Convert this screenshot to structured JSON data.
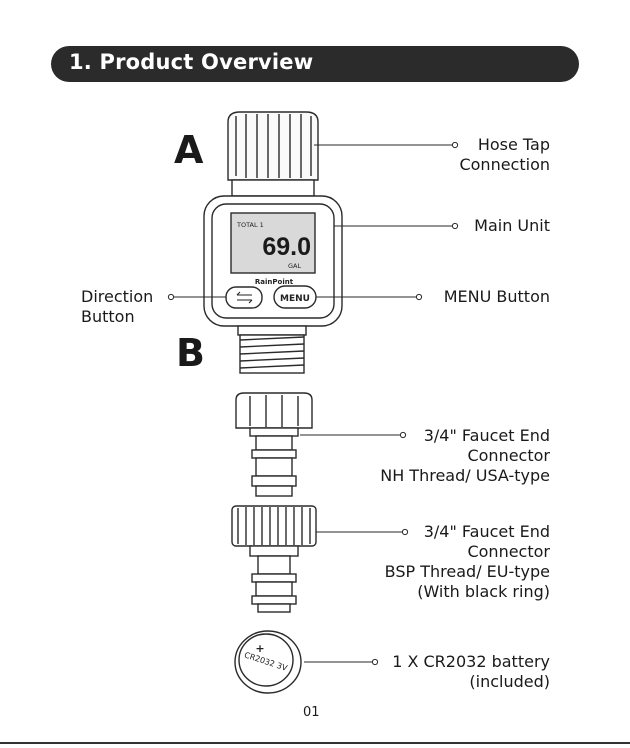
{
  "header": {
    "title": "1. Product Overview"
  },
  "markers": {
    "a": "A",
    "b": "B"
  },
  "device": {
    "lcd_total": "TOTAL 1",
    "lcd_value": "69.0",
    "lcd_unit": "GAL",
    "brand": "RainPoint",
    "menu_button": "MENU",
    "direction_button_icon": "direction-arrows-icon"
  },
  "battery_print": {
    "plus": "+",
    "model": "CR2032 3V"
  },
  "callouts": {
    "hose_tap": [
      "Hose Tap",
      "Connection"
    ],
    "main_unit": [
      "Main Unit"
    ],
    "direction": [
      "Direction",
      "Button"
    ],
    "menu": [
      "MENU Button"
    ],
    "nh_connector": [
      "3/4\" Faucet End",
      "Connector",
      "NH Thread/ USA-type"
    ],
    "bsp_connector": [
      "3/4\" Faucet End",
      "Connector",
      "BSP Thread/ EU-type",
      "(With black ring)"
    ],
    "battery": [
      "1 X CR2032 battery",
      "(included)"
    ]
  },
  "footer": {
    "page_number": "01"
  }
}
